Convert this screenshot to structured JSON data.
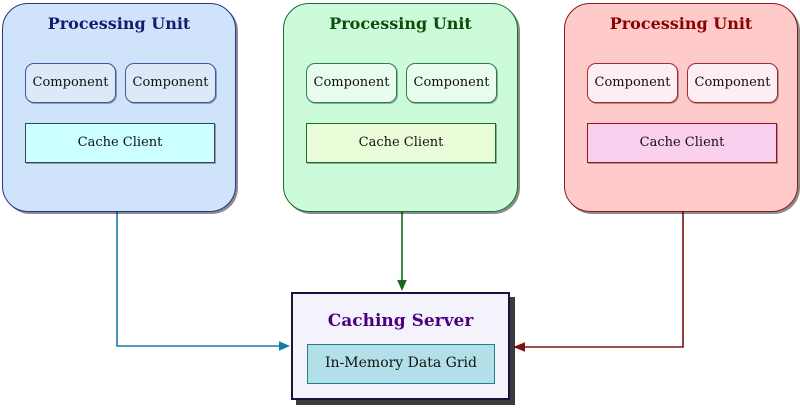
{
  "diagram": {
    "background": "#ffffff",
    "units": [
      {
        "id": "unit-blue",
        "title": "Processing Unit",
        "components": [
          "Component",
          "Component"
        ],
        "cache_client": "Cache Client",
        "colors": {
          "fill": "#cfe3fa",
          "border": "#27348b",
          "title": "#191970",
          "component_fill": "#dde9f8",
          "component_border": "#3c5b9e",
          "cache_fill": "#ccffff",
          "cache_border": "#37474f",
          "arrow": "#1878a8"
        }
      },
      {
        "id": "unit-green",
        "title": "Processing Unit",
        "components": [
          "Component",
          "Component"
        ],
        "cache_client": "Cache Client",
        "colors": {
          "fill": "#cbfbd8",
          "border": "#186e30",
          "title": "#0b4d0b",
          "component_fill": "#e9fdee",
          "component_border": "#2c7f4f",
          "cache_fill": "#ebfcd9",
          "cache_border": "#186e30",
          "arrow": "#156a1a"
        }
      },
      {
        "id": "unit-red",
        "title": "Processing Unit",
        "components": [
          "Component",
          "Component"
        ],
        "cache_client": "Cache Client",
        "colors": {
          "fill": "#fecaca",
          "border": "#8b1a1a",
          "title": "#8b0000",
          "component_fill": "#fdeef3",
          "component_border": "#a02c2c",
          "cache_fill": "#fbd0ef",
          "cache_border": "#8b1a1a",
          "arrow": "#7d1212"
        }
      }
    ],
    "server": {
      "title": "Caching Server",
      "grid_label": "In-Memory Data Grid",
      "colors": {
        "fill": "#f4f3fb",
        "border": "#14143c",
        "title": "#4b0082",
        "grid_fill": "#b2dfe8",
        "grid_border": "#20808f",
        "shadow": "#0f0f16"
      }
    },
    "connections": [
      {
        "from": "unit-blue",
        "to": "server-left",
        "color": "#1878a8"
      },
      {
        "from": "unit-green",
        "to": "server-top",
        "color": "#156a1a"
      },
      {
        "from": "unit-red",
        "to": "server-right",
        "color": "#7d1212"
      }
    ]
  }
}
